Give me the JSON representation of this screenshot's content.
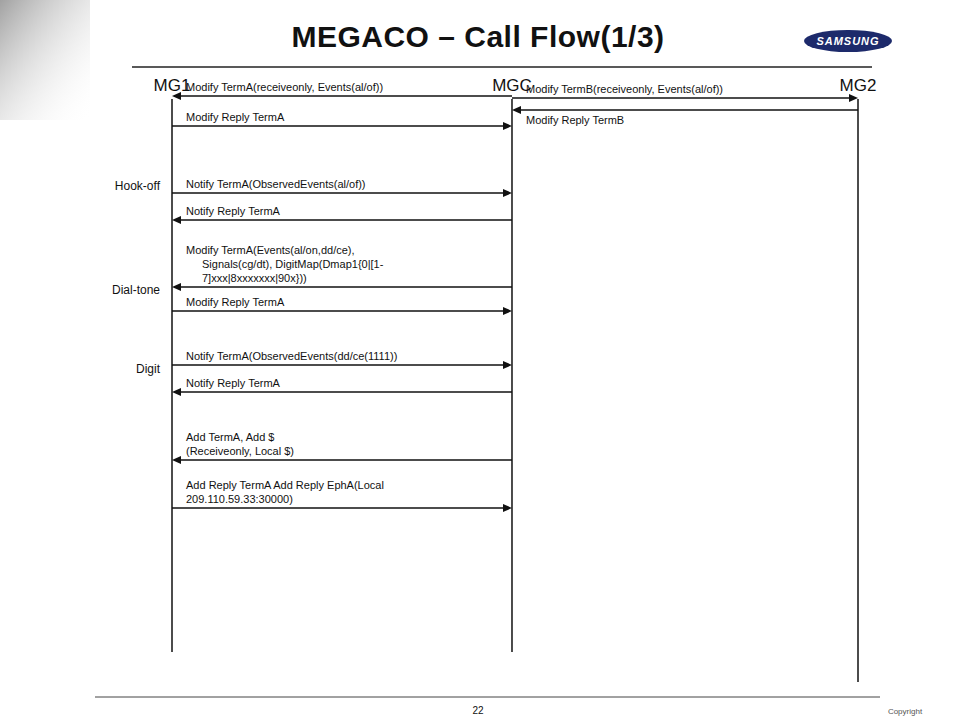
{
  "diagram": {
    "title": "MEGACO – Call Flow(1/3)",
    "nodes": [
      {
        "text": [
          "MG1"
        ]
      },
      {
        "text": [
          "MGC"
        ]
      },
      {
        "text": [
          "MG2"
        ]
      }
    ],
    "edges": [
      {
        "from": 1,
        "to": 0,
        "arrow": "to",
        "label": "Modify TermA(receiveonly, Events(al/of))"
      },
      {
        "from": 1,
        "to": 2,
        "arrow": "to",
        "label": "Modify TermB(receiveonly, Events(al/of))"
      },
      {
        "from": 0,
        "to": 1,
        "arrow": "to",
        "label": "Modify Reply TermA"
      },
      {
        "from": 2,
        "to": 1,
        "arrow": "to",
        "label": "Modify Reply TermB"
      },
      {
        "from": 0,
        "to": 1,
        "arrow": "to",
        "label": "Notify TermA(ObservedEvents(al/of))"
      },
      {
        "from": 1,
        "to": 0,
        "arrow": "to",
        "label": "Notify Reply TermA"
      },
      {
        "from": 1,
        "to": 0,
        "arrow": "to",
        "label": "Modify TermA(Events(al/on,dd/ce), Signals(cg/dt), DigitMap(Dmap1{0|[1-7]xxx|8xxxxxxx|90x}))"
      },
      {
        "from": 0,
        "to": 1,
        "arrow": "to",
        "label": "Modify Reply TermA"
      },
      {
        "from": 0,
        "to": 1,
        "arrow": "to",
        "label": "Notify TermA(ObservedEvents(dd/ce(1111))"
      },
      {
        "from": 1,
        "to": 0,
        "arrow": "to",
        "label": "Notify Reply TermA"
      },
      {
        "from": 1,
        "to": 0,
        "arrow": "to",
        "label": "Add TermA, Add $ (Receiveonly, Local $)"
      },
      {
        "from": 0,
        "to": 1,
        "arrow": "to",
        "label": "Add Reply TermA Add Reply EphA(Local 209.110.59.33:30000)"
      }
    ],
    "labels": [
      "Hook-off",
      "Dial-tone",
      "Digit",
      "SAMSUNG",
      "22",
      "Copyright"
    ]
  }
}
